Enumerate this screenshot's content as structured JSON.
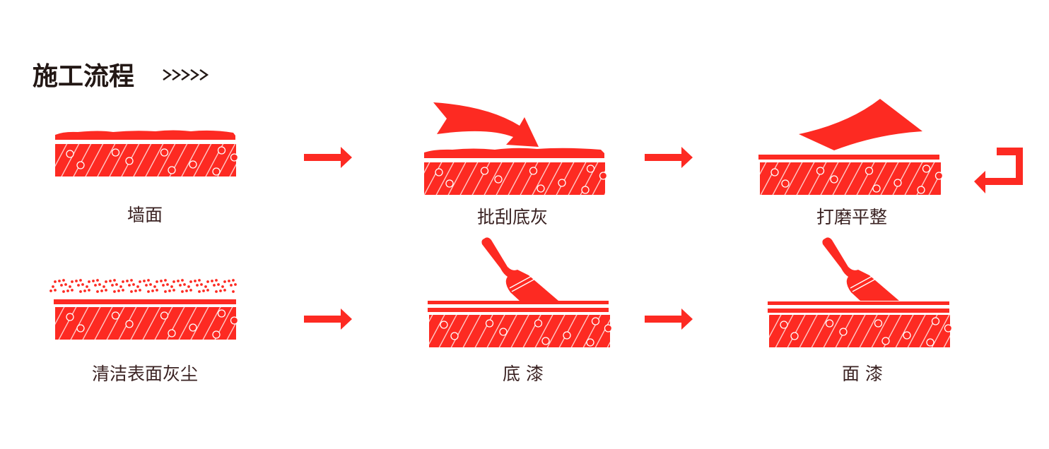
{
  "title": "施工流程",
  "title_chevrons": ">>>>>",
  "accent_color": "#fd2a22",
  "steps": [
    {
      "label": "墙面"
    },
    {
      "label": "批刮底灰"
    },
    {
      "label": "打磨平整"
    },
    {
      "label": "清洁表面灰尘"
    },
    {
      "label": "底 漆"
    },
    {
      "label": "面 漆"
    }
  ]
}
